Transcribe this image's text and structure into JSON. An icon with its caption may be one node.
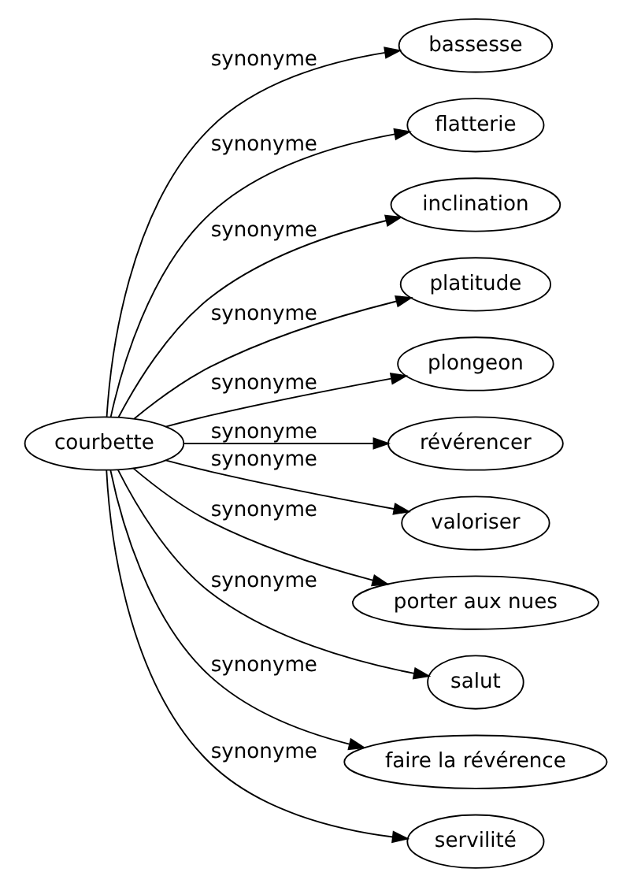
{
  "diagram": {
    "nodes": [
      {
        "text": [
          "courbette"
        ]
      },
      {
        "text": [
          "bassesse"
        ]
      },
      {
        "text": [
          "flatterie"
        ]
      },
      {
        "text": [
          "inclination"
        ]
      },
      {
        "text": [
          "platitude"
        ]
      },
      {
        "text": [
          "plongeon"
        ]
      },
      {
        "text": [
          "révérencer"
        ]
      },
      {
        "text": [
          "valoriser"
        ]
      },
      {
        "text": [
          "porter aux nues"
        ]
      },
      {
        "text": [
          "salut"
        ]
      },
      {
        "text": [
          "faire la révérence"
        ]
      },
      {
        "text": [
          "servilité"
        ]
      }
    ],
    "edges": [
      {
        "from": 0,
        "to": 1,
        "arrow": "to",
        "label": "synonyme"
      },
      {
        "from": 0,
        "to": 2,
        "arrow": "to",
        "label": "synonyme"
      },
      {
        "from": 0,
        "to": 3,
        "arrow": "to",
        "label": "synonyme"
      },
      {
        "from": 0,
        "to": 4,
        "arrow": "to",
        "label": "synonyme"
      },
      {
        "from": 0,
        "to": 5,
        "arrow": "to",
        "label": "synonyme"
      },
      {
        "from": 0,
        "to": 6,
        "arrow": "to",
        "label": "synonyme"
      },
      {
        "from": 0,
        "to": 7,
        "arrow": "to",
        "label": "synonyme"
      },
      {
        "from": 0,
        "to": 8,
        "arrow": "to",
        "label": "synonyme"
      },
      {
        "from": 0,
        "to": 9,
        "arrow": "to",
        "label": "synonyme"
      },
      {
        "from": 0,
        "to": 10,
        "arrow": "to",
        "label": "synonyme"
      },
      {
        "from": 0,
        "to": 11,
        "arrow": "to",
        "label": "synonyme"
      }
    ]
  }
}
